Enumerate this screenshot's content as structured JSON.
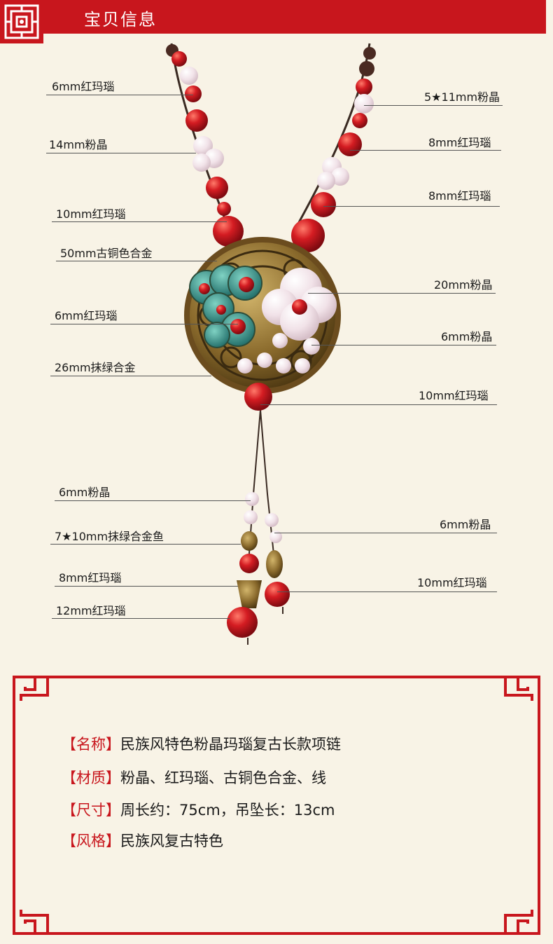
{
  "header": {
    "title": "宝贝信息"
  },
  "callouts": {
    "left": [
      "6mm红玛瑙",
      "14mm粉晶",
      "10mm红玛瑙",
      "50mm古铜色合金",
      "6mm红玛瑙",
      "26mm抹绿合金",
      "6mm粉晶",
      "7★10mm抹绿合金鱼",
      "8mm红玛瑙",
      "12mm红玛瑙"
    ],
    "right": [
      "5★11mm粉晶",
      "8mm红玛瑙",
      "8mm红玛瑙",
      "20mm粉晶",
      "6mm粉晶",
      "10mm红玛瑙",
      "6mm粉晶",
      "10mm红玛瑙"
    ]
  },
  "specs": [
    {
      "label": "【名称】",
      "value": "民族风特色粉晶玛瑙复古长款项链"
    },
    {
      "label": "【材质】",
      "value": "粉晶、红玛瑙、古铜色合金、线"
    },
    {
      "label": "【尺寸】",
      "value": "周长约：75cm，吊坠长：13cm"
    },
    {
      "label": "【风格】",
      "value": "民族风复古特色"
    }
  ],
  "colors": {
    "brand_red": "#c8161d",
    "background": "#f8f3e6",
    "agate": "#c0141d",
    "rose_quartz": "#f1e4ea",
    "bronze": "#8a6a2c"
  }
}
